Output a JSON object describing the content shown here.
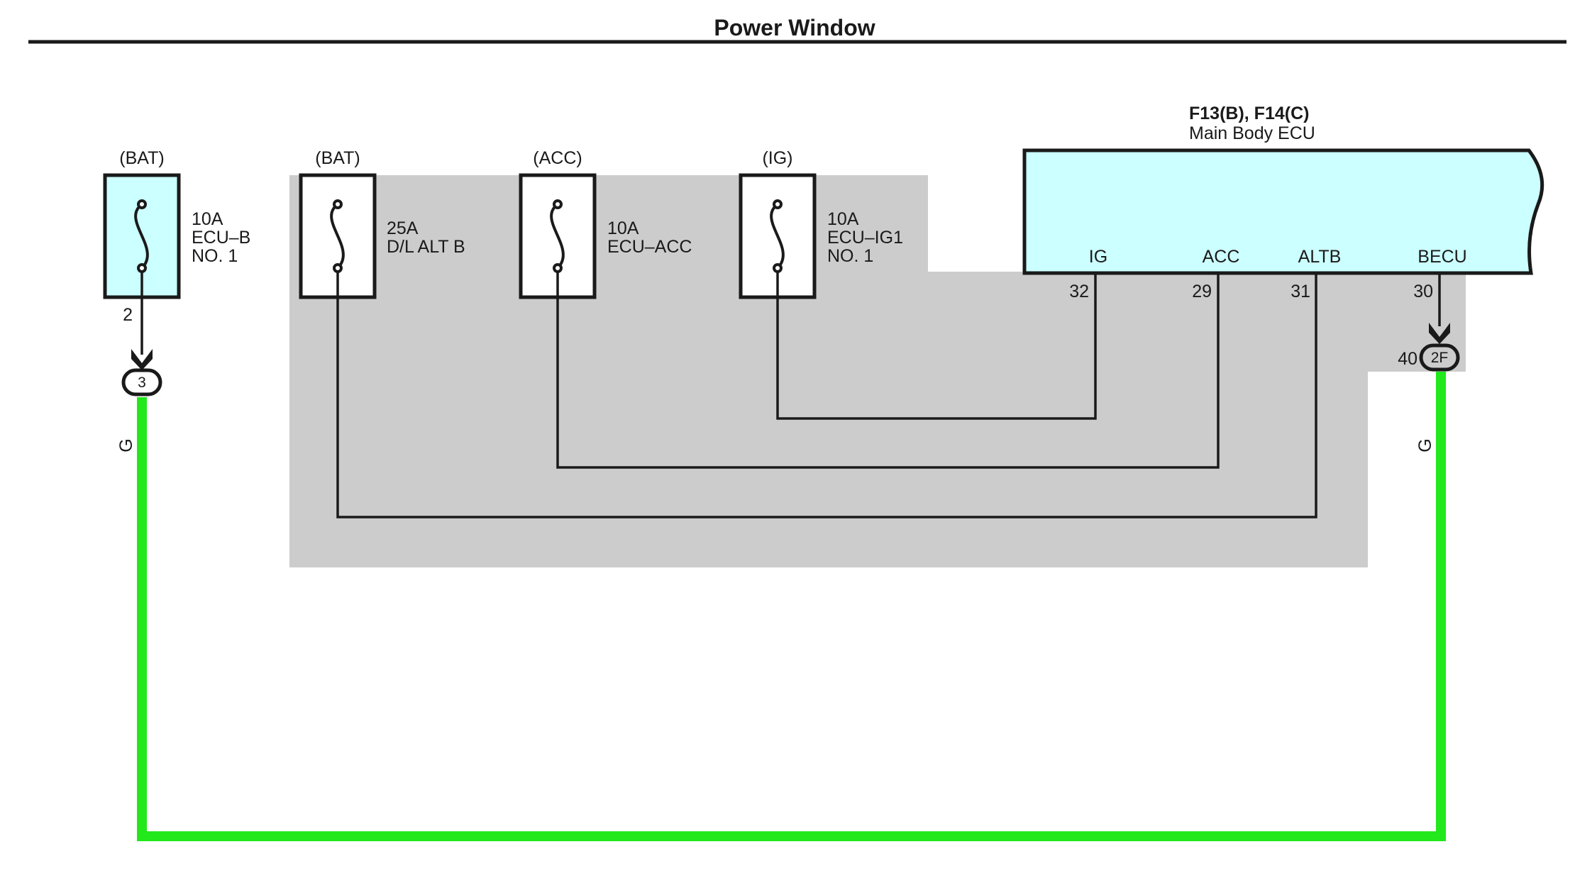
{
  "title": "Power Window",
  "ecu": {
    "code": "F13(B), F14(C)",
    "name": "Main Body ECU",
    "fill_color": "#ccffff",
    "terminals": [
      {
        "label": "IG",
        "pin": "32"
      },
      {
        "label": "ACC",
        "pin": "29"
      },
      {
        "label": "ALTB",
        "pin": "31"
      },
      {
        "label": "BECU",
        "pin": "30"
      }
    ]
  },
  "fuses": [
    {
      "source": "(BAT)",
      "rating": "10A",
      "name": "ECU–B",
      "line3": "NO. 1",
      "pin": "2"
    },
    {
      "source": "(BAT)",
      "rating": "25A",
      "name": "D/L ALT B",
      "line3": ""
    },
    {
      "source": "(ACC)",
      "rating": "10A",
      "name": "ECU–ACC",
      "line3": ""
    },
    {
      "source": "(IG)",
      "rating": "10A",
      "name": "ECU–IG1",
      "line3": "NO. 1"
    }
  ],
  "connectors": {
    "left": {
      "label": "3"
    },
    "right": {
      "label": "2F",
      "pin": "40"
    }
  },
  "wire": {
    "color_code_left": "G",
    "color_code_right": "G",
    "color": "#22e81c"
  },
  "colors": {
    "shaded_region": "#cccccc",
    "fuse_fill_highlighted": "#ccffff",
    "ecu_fill": "#ccffff"
  }
}
